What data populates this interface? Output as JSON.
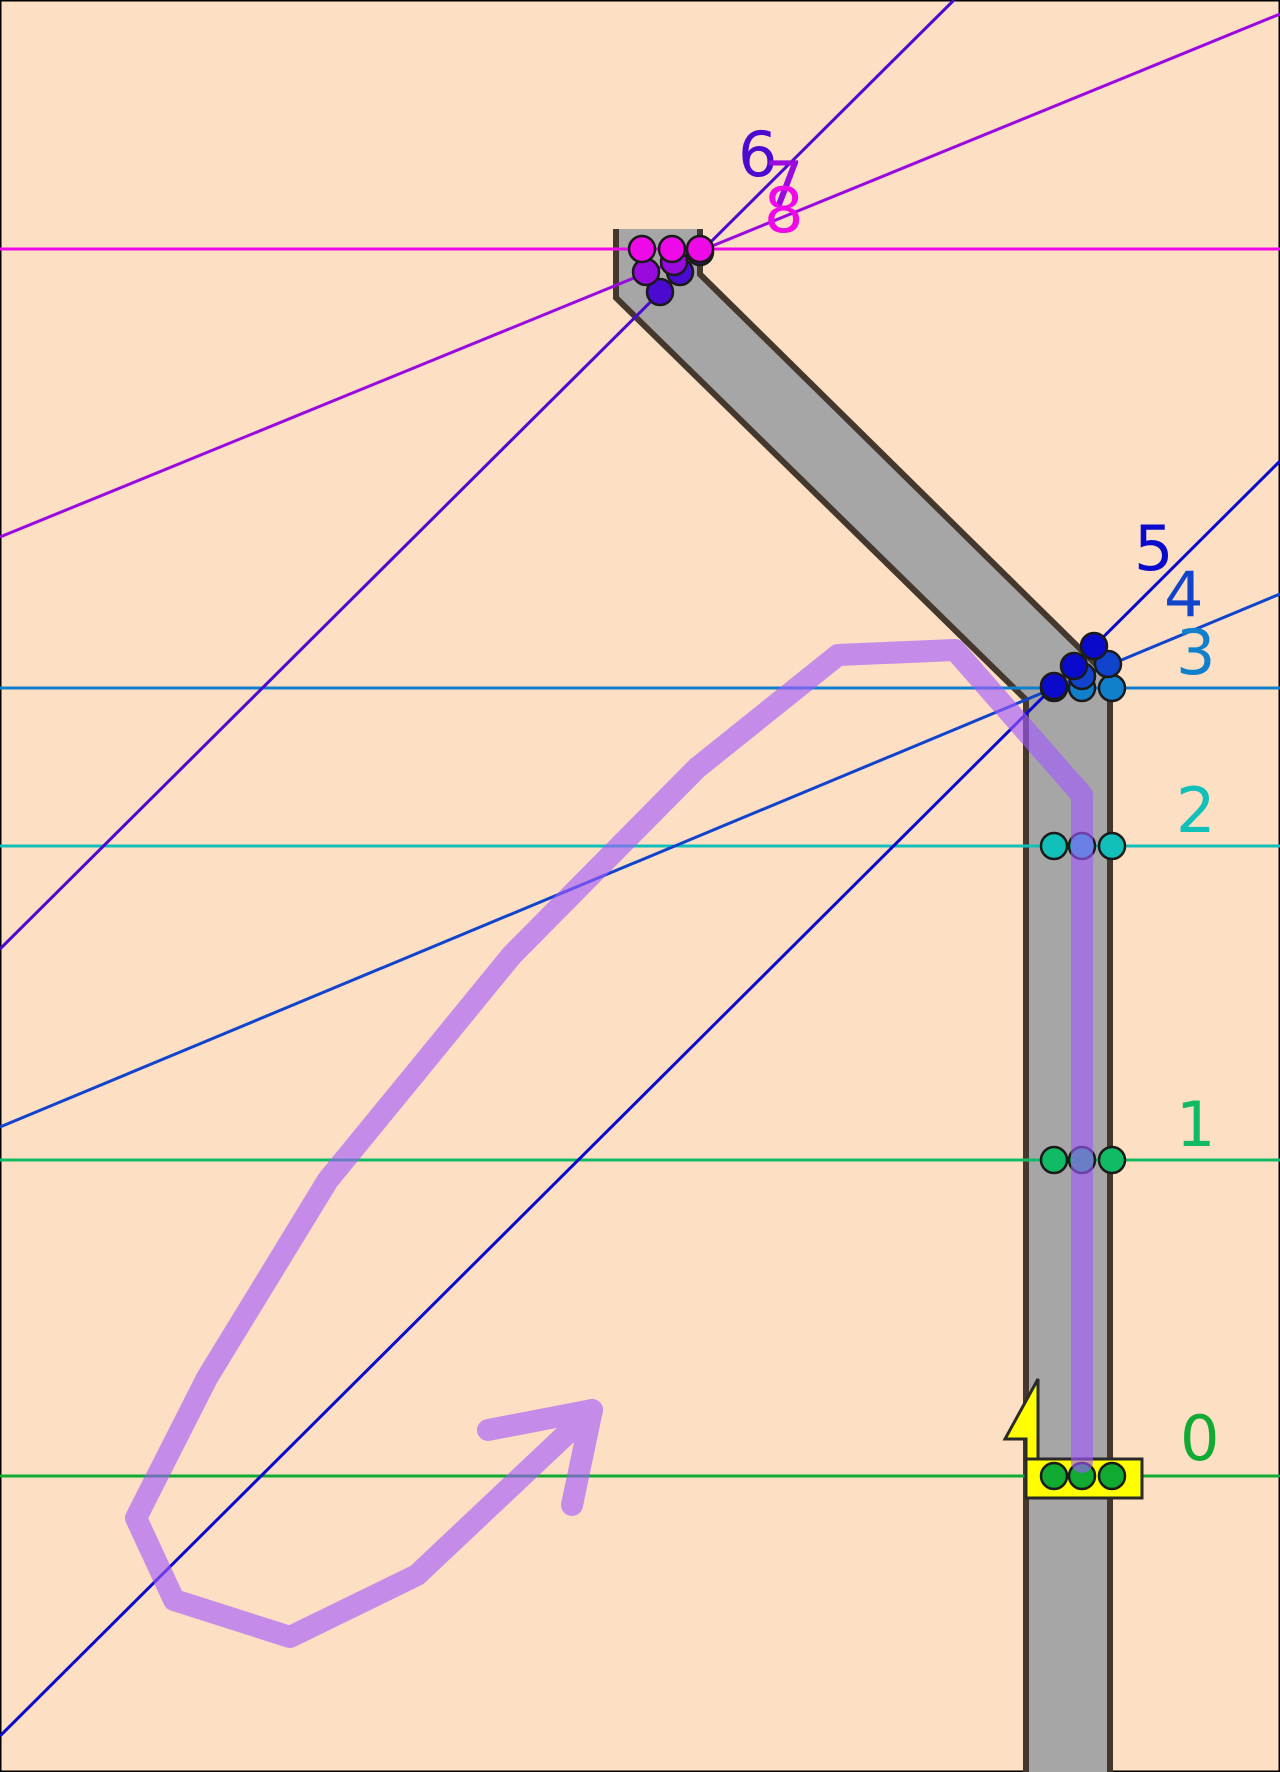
{
  "colors": {
    "background": "#fddfc3",
    "track_fill": "#a6a6a6",
    "track_edge": "#44382e",
    "marker_fill": "#ffff00",
    "stroke_arrow": "#a259ff"
  },
  "lines": [
    {
      "label": "0",
      "color": "#11aa33"
    },
    {
      "label": "1",
      "color": "#11bb66"
    },
    {
      "label": "2",
      "color": "#11c0b8"
    },
    {
      "label": "3",
      "color": "#1180cc"
    },
    {
      "label": "4",
      "color": "#1144cc"
    },
    {
      "label": "5",
      "color": "#0a0acc"
    },
    {
      "label": "6",
      "color": "#4a0ad0"
    },
    {
      "label": "7",
      "color": "#9a0ade"
    },
    {
      "label": "8",
      "color": "#ee0ae8"
    }
  ]
}
